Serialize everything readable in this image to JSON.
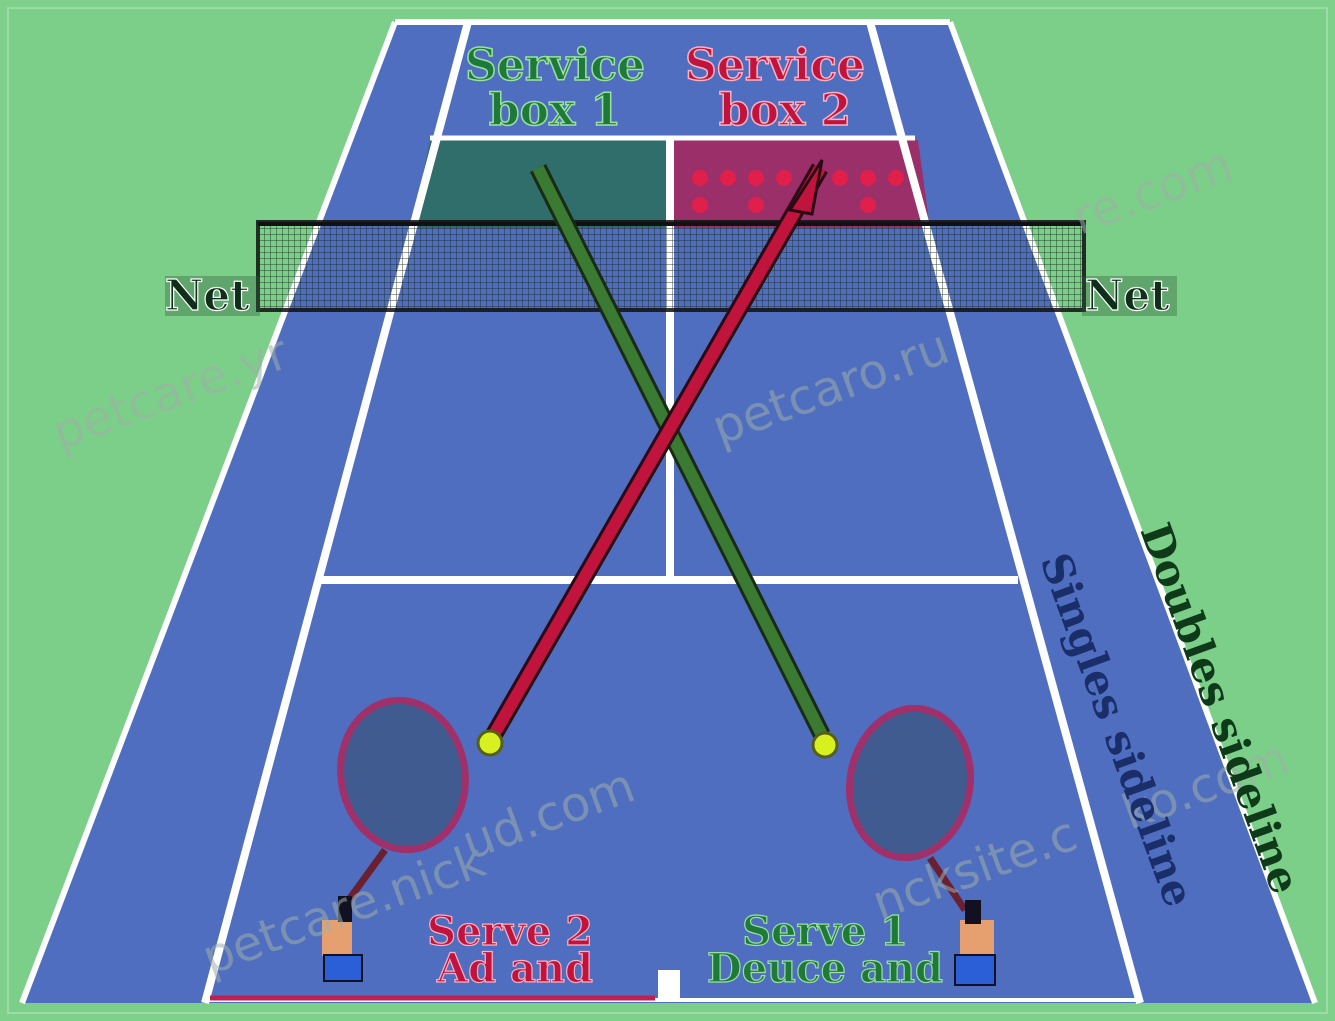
{
  "colors": {
    "grass": "#7fd08a",
    "court": "#4f6ec0",
    "line": "#ffffff",
    "green_serve": "#2f6b2f",
    "red_serve": "#c0143c",
    "box1_fill": "#2f6e6a",
    "box2_fill": "#9a2f6a",
    "ball": "#d8f020",
    "racket_frame": "#a0306a",
    "racket_face": "#3f5b8f"
  },
  "labels": {
    "service_box_1": [
      "Service",
      "box 1"
    ],
    "service_box_2": [
      "Service",
      "box 2"
    ],
    "net_left": "Net",
    "net_right": "Net",
    "singles_sideline": "Singles sideline",
    "doubles_sideline": "Doubles sideline",
    "serve_2": [
      "Serve 2",
      "Ad and"
    ],
    "serve_1": [
      "Serve 1",
      "Deuce and"
    ]
  },
  "watermarks": [
    "petcare.yr",
    "re.com",
    "petcaro.ru",
    "ud.com",
    "ko.com",
    "petcare.nick",
    "ncksite.c"
  ],
  "icons": {
    "racket_left": "tennis-racket",
    "racket_right": "tennis-racket",
    "ball_left": "tennis-ball",
    "ball_right": "tennis-ball",
    "player_left": "player",
    "player_right": "player"
  }
}
